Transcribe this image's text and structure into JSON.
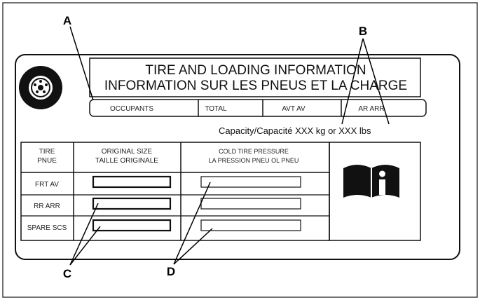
{
  "callouts": {
    "a": "A",
    "b": "B",
    "c": "C",
    "d": "D"
  },
  "label": {
    "title_en": "TIRE AND LOADING INFORMATION",
    "title_fr": "INFORMATION SUR LES PNEUS ET LA CHARGE",
    "load_cells": [
      "OCCUPANTS",
      "TOTAL",
      "AVT AV",
      "AR ARR"
    ],
    "capacity": "Capacity/Capacité  XXX kg or XXX lbs",
    "table": {
      "headers": [
        "TIRE\nPNUE",
        "ORIGINAL SIZE\nTAILLE ORIGINALE",
        "COLD TIRE PRESSURE\nLA PRESSION PNEU OL PNEU"
      ],
      "rows": [
        "FRT AV",
        "RR ARR",
        "SPARE SCS"
      ]
    }
  },
  "icons": {
    "tire": "tire-icon",
    "manual": "owners-manual-info-icon"
  }
}
